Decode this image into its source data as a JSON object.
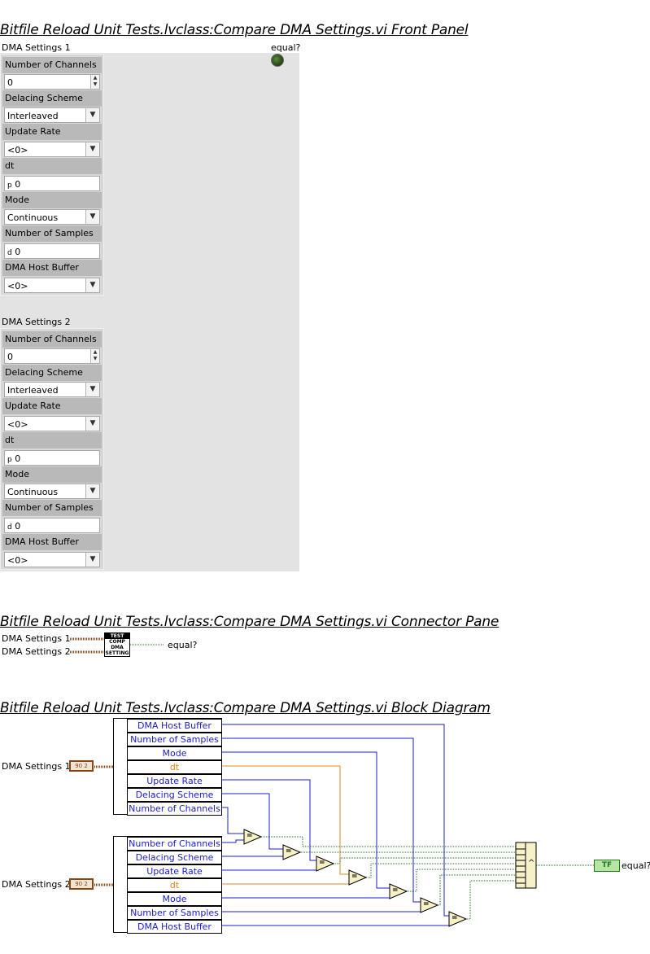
{
  "front_panel": {
    "title": "Bitfile Reload Unit Tests.lvclass:Compare DMA Settings.vi Front Panel",
    "cluster1": {
      "label": "DMA Settings 1",
      "fields": {
        "num_channels": {
          "label": "Number of Channels",
          "value": "0"
        },
        "delacing": {
          "label": "Delacing Scheme",
          "value": "Interleaved"
        },
        "update_rate": {
          "label": "Update Rate",
          "value": "<0>"
        },
        "dt": {
          "label": "dt",
          "value": "0"
        },
        "mode": {
          "label": "Mode",
          "value": "Continuous"
        },
        "num_samples": {
          "label": "Number of Samples",
          "value": "0"
        },
        "host_buffer": {
          "label": "DMA Host Buffer",
          "value": "<0>"
        }
      }
    },
    "cluster2": {
      "label": "DMA Settings 2",
      "fields": {
        "num_channels": {
          "label": "Number of Channels",
          "value": "0"
        },
        "delacing": {
          "label": "Delacing Scheme",
          "value": "Interleaved"
        },
        "update_rate": {
          "label": "Update Rate",
          "value": "<0>"
        },
        "dt": {
          "label": "dt",
          "value": "0"
        },
        "mode": {
          "label": "Mode",
          "value": "Continuous"
        },
        "num_samples": {
          "label": "Number of Samples",
          "value": "0"
        },
        "host_buffer": {
          "label": "DMA Host Buffer",
          "value": "<0>"
        }
      }
    },
    "equal_label": "equal?",
    "dt_prefix": "p",
    "samples_prefix": "d"
  },
  "connector_pane": {
    "title": "Bitfile Reload Unit Tests.lvclass:Compare DMA Settings.vi Connector Pane",
    "input1": "DMA Settings 1",
    "input2": "DMA Settings 2",
    "output": "equal?",
    "icon_top": "TEST",
    "icon_lines": [
      "COMP",
      "DMA",
      "SETTING"
    ]
  },
  "block_diagram": {
    "title": "Bitfile Reload Unit Tests.lvclass:Compare DMA Settings.vi Block Diagram",
    "input1": "DMA Settings 1",
    "input2": "DMA Settings 2",
    "output": "equal?",
    "output_terminal": "TF",
    "unbundle1": [
      "DMA Host Buffer",
      "Number of Samples",
      "Mode",
      "dt",
      "Update Rate",
      "Delacing Scheme",
      "Number of Channels"
    ],
    "unbundle2": [
      "Number of Channels",
      "Delacing Scheme",
      "Update Rate",
      "dt",
      "Mode",
      "Number of Samples",
      "DMA Host Buffer"
    ],
    "equal_symbol": "=",
    "and_symbol": "^",
    "cluster_glyph": "90 2"
  },
  "colors": {
    "cluster_wire": "#8b4513",
    "blue_wire": "#1c1ccc",
    "orange_wire": "#e0861b",
    "bool_wire": "#1f7a1f",
    "led_off": "#2f4f1c"
  }
}
